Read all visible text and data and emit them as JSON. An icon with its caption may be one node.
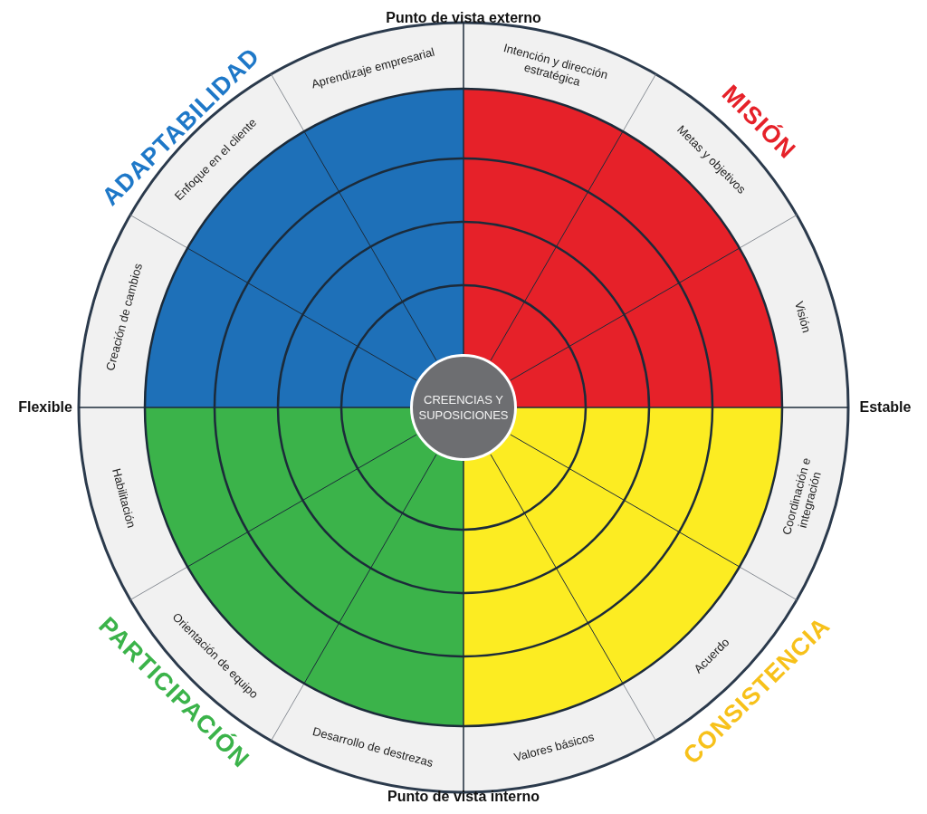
{
  "diagram": {
    "nodes": [
      {
        "text": [
          "CREENCIAS Y SUPOSICIONES"
        ]
      },
      {
        "text": [
          "Intención y dirección estratégica"
        ]
      },
      {
        "text": [
          "Metas y objetivos"
        ]
      },
      {
        "text": [
          "Visión"
        ]
      },
      {
        "text": [
          "Coordinación e integración"
        ]
      },
      {
        "text": [
          "Acuerdo"
        ]
      },
      {
        "text": [
          "Valores básicos"
        ]
      },
      {
        "text": [
          "Desarrollo de destrezas"
        ]
      },
      {
        "text": [
          "Orientación de equipo"
        ]
      },
      {
        "text": [
          "Habilitación"
        ]
      },
      {
        "text": [
          "Creación de cambios"
        ]
      },
      {
        "text": [
          "Enfoque en el cliente"
        ]
      },
      {
        "text": [
          "Aprendizaje empresarial"
        ]
      }
    ],
    "labels": [
      "Punto de vista externo",
      "ADAPTABILIDAD",
      "MISIÓN",
      "Flexible",
      "Estable",
      "PARTICIPACIÓN",
      "CONSISTENCIA",
      "Punto de vista interno"
    ]
  }
}
